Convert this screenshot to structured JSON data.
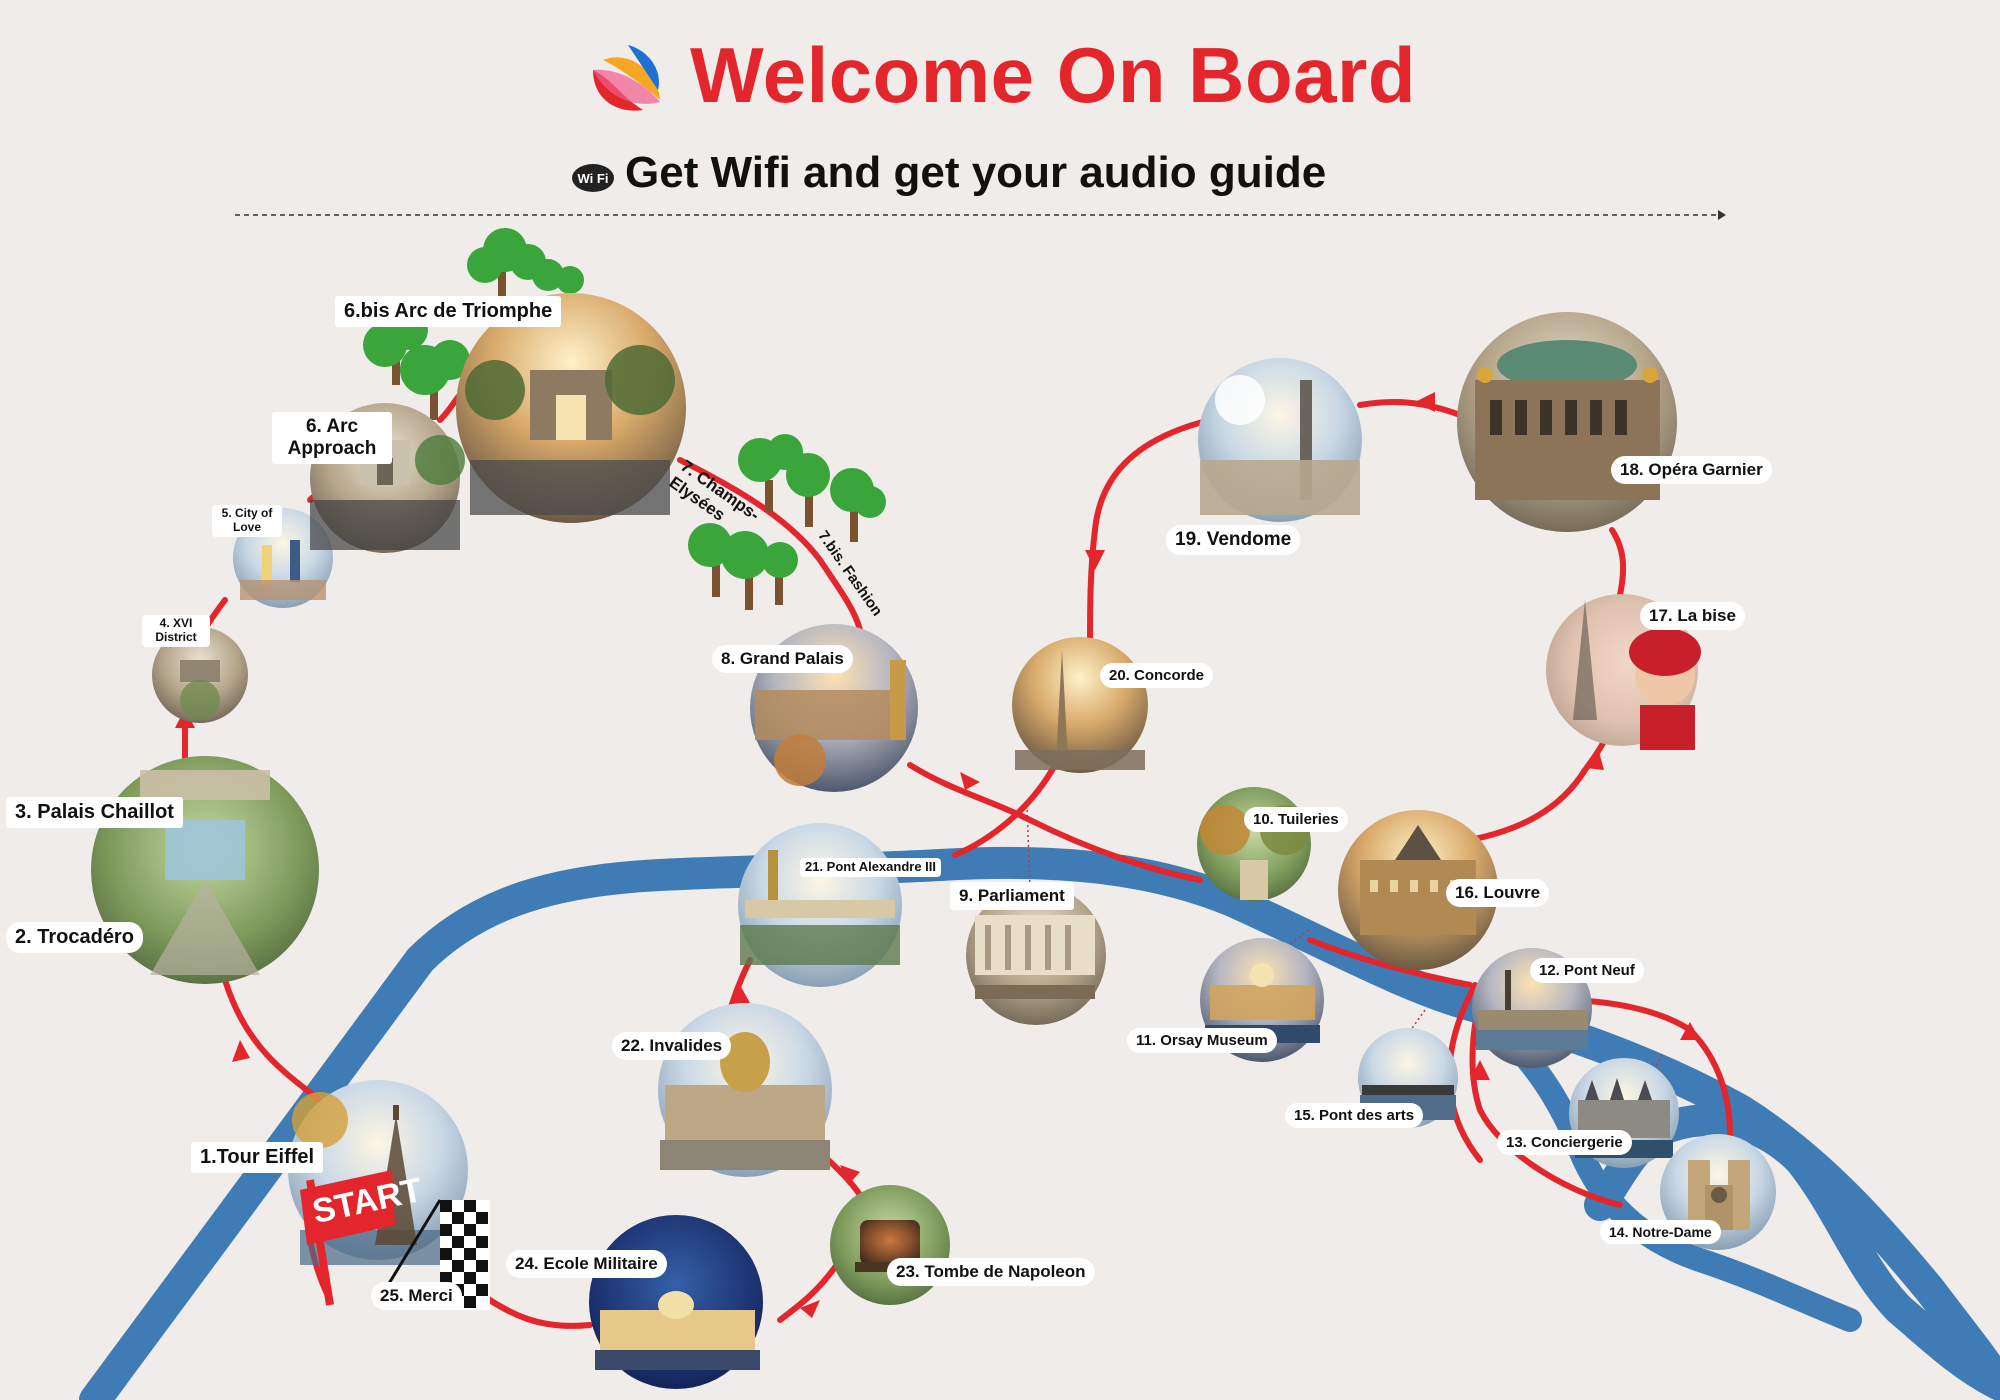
{
  "header": {
    "title": "Welcome On Board",
    "subtitle": "Get Wifi and get your audio guide",
    "wifi_icon_text": "Wi Fi"
  },
  "colors": {
    "background": "#efecea",
    "route": "#e3262c",
    "river": "#3f7bb5",
    "title": "#e3262c",
    "tree": "#3aa53a"
  },
  "stops": [
    {
      "id": "tour-eiffel",
      "label": "1.Tour Eiffel"
    },
    {
      "id": "trocadero",
      "label": "2. Trocadéro"
    },
    {
      "id": "palais-chaillot",
      "label": "3. Palais Chaillot"
    },
    {
      "id": "xvi-district",
      "label": "4. XVI District"
    },
    {
      "id": "city-of-love",
      "label": "5. City of Love"
    },
    {
      "id": "arc-approach",
      "label": "6. Arc Approach"
    },
    {
      "id": "arc-de-triomphe",
      "label": "6.bis Arc de Triomphe"
    },
    {
      "id": "champs-elysees",
      "label": "7. Champs-Elysées"
    },
    {
      "id": "fashion",
      "label": "7.bis. Fashion"
    },
    {
      "id": "grand-palais",
      "label": "8. Grand Palais"
    },
    {
      "id": "parliament",
      "label": "9. Parliament"
    },
    {
      "id": "tuileries",
      "label": "10. Tuileries"
    },
    {
      "id": "orsay-museum",
      "label": "11. Orsay Museum"
    },
    {
      "id": "pont-neuf",
      "label": "12. Pont Neuf"
    },
    {
      "id": "conciergerie",
      "label": "13. Conciergerie"
    },
    {
      "id": "notre-dame",
      "label": "14. Notre-Dame"
    },
    {
      "id": "pont-des-arts",
      "label": "15. Pont des arts"
    },
    {
      "id": "louvre",
      "label": "16. Louvre"
    },
    {
      "id": "la-bise",
      "label": "17. La bise"
    },
    {
      "id": "opera-garnier",
      "label": "18. Opéra Garnier"
    },
    {
      "id": "vendome",
      "label": "19. Vendome"
    },
    {
      "id": "concorde",
      "label": "20. Concorde"
    },
    {
      "id": "pont-alexandre-iii",
      "label": "21. Pont Alexandre III"
    },
    {
      "id": "invalides",
      "label": "22. Invalides"
    },
    {
      "id": "tombe-de-napoleon",
      "label": "23. Tombe de Napoleon"
    },
    {
      "id": "ecole-militaire",
      "label": "24. Ecole Militaire"
    },
    {
      "id": "merci",
      "label": "25. Merci"
    }
  ],
  "start_flag": "START"
}
